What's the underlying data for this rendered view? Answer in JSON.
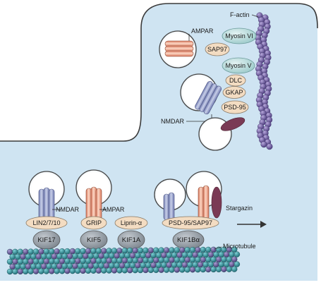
{
  "labels": {
    "f_actin": "F-actin",
    "ampar_top": "AMPAR",
    "myosin_vi": "Myosin VI",
    "sap97_top": "SAP97",
    "myosin_v": "Myosin V",
    "dlc": "DLC",
    "gkap": "GKAP",
    "psd95_top": "PSD-95",
    "nmdar_top": "NMDAR",
    "nmdar_bottom": "NMDAR",
    "ampar_bottom": "AMPAR",
    "lin": "LIN2/7/10",
    "grip": "GRIP",
    "liprin": "Liprin-α",
    "psd95_sap97": "PSD-95/SAP97",
    "stargazin": "Stargazin",
    "kif17": "KIF17",
    "kif5": "KIF5",
    "kif1a": "KIF1A",
    "kif1b": "KIF1Bα",
    "microtubule": "Microtubule"
  },
  "colors": {
    "cytoplasm": "#cfe4f2",
    "membrane": "#3a3a3a",
    "actin_bead": "#6f5b9b",
    "adaptor": "#f3dcc2",
    "myosin": "#b6dada",
    "kinesin": "#8c949c",
    "nmdar": "#9aa3c9",
    "ampar": "#e8a890",
    "stargazin": "#7a3a55",
    "microtubule_a": "#2f8f98",
    "microtubule_b": "#6a5a96"
  }
}
